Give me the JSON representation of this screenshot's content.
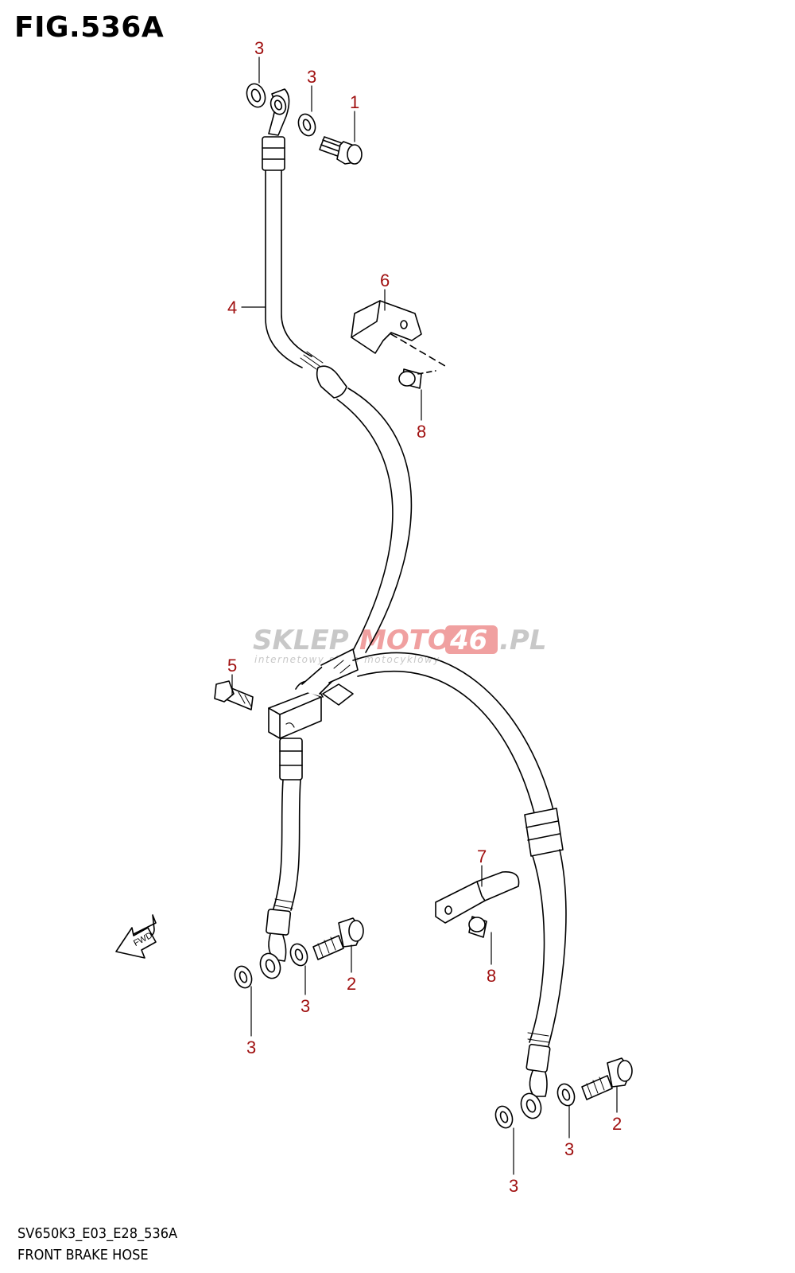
{
  "figure": {
    "title": "FIG.536A"
  },
  "watermark": {
    "part1": "SKLEP",
    "part2": "MOTO",
    "part3": "46",
    "part4": ".PL",
    "tagline": "internetowy sklep motocyklowy"
  },
  "footer": {
    "code": "SV650K3_E03_E28_536A",
    "name": "FRONT BRAKE HOSE"
  },
  "fwd_label": "FWD",
  "callouts": {
    "c1": "3",
    "c2": "3",
    "c3": "1",
    "c4": "6",
    "c5": "4",
    "c6": "8",
    "c7": "5",
    "c8": "7",
    "c9": "8",
    "c10": "2",
    "c11": "3",
    "c12": "3",
    "c13": "2",
    "c14": "3",
    "c15": "3"
  },
  "colors": {
    "callout": "#a01010",
    "line": "#000000",
    "watermark_gray": "#c8c8c8",
    "watermark_red": "#f0a0a0"
  }
}
